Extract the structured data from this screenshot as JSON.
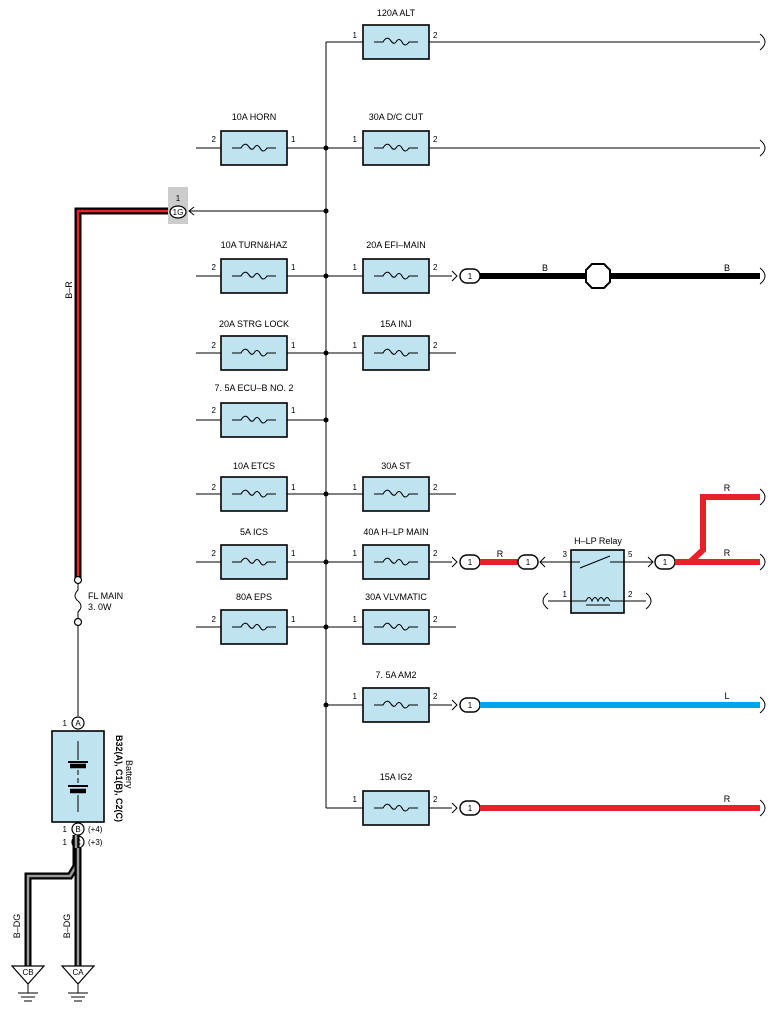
{
  "colors": {
    "fuse_fill": "#bfe3f1",
    "wire_black": "#000000",
    "wire_red": "#e8202a",
    "wire_blue": "#00a6e6",
    "wire_gray": "#9a9a9a",
    "highlight": "#cccccc"
  },
  "fuses": {
    "alt": "120A ALT",
    "horn": "10A HORN",
    "dc_cut": "30A D/C CUT",
    "turn_haz": "10A TURN&HAZ",
    "efi_main": "20A EFI–MAIN",
    "strg_lock": "20A STRG LOCK",
    "inj": "15A INJ",
    "ecu_b": "7. 5A ECU–B NO. 2",
    "etcs": "10A ETCS",
    "st": "30A ST",
    "ics": "5A ICS",
    "hlp_main": "40A H–LP MAIN",
    "eps": "80A EPS",
    "vlvmatic": "30A VLVMATIC",
    "am2": "7. 5A AM2",
    "ig2": "15A IG2"
  },
  "pins": {
    "one": "1",
    "two": "2",
    "three": "3",
    "five": "5",
    "a": "A",
    "b": "B",
    "c": "C"
  },
  "connector_1g": "1G",
  "wires": {
    "b_r": "B–R",
    "b": "B",
    "r": "R",
    "l": "L",
    "b_dg": "B–DG"
  },
  "fl_main": {
    "name": "FL MAIN",
    "rating": "3. 0W"
  },
  "relay": {
    "name": "H–LP Relay"
  },
  "battery": {
    "connectors": "B32(A), C1(B), C2(C)",
    "name": "Battery",
    "plus4": "(+4)",
    "plus3": "(+3)"
  },
  "grounds": {
    "cb": "CB",
    "ca": "CA"
  }
}
